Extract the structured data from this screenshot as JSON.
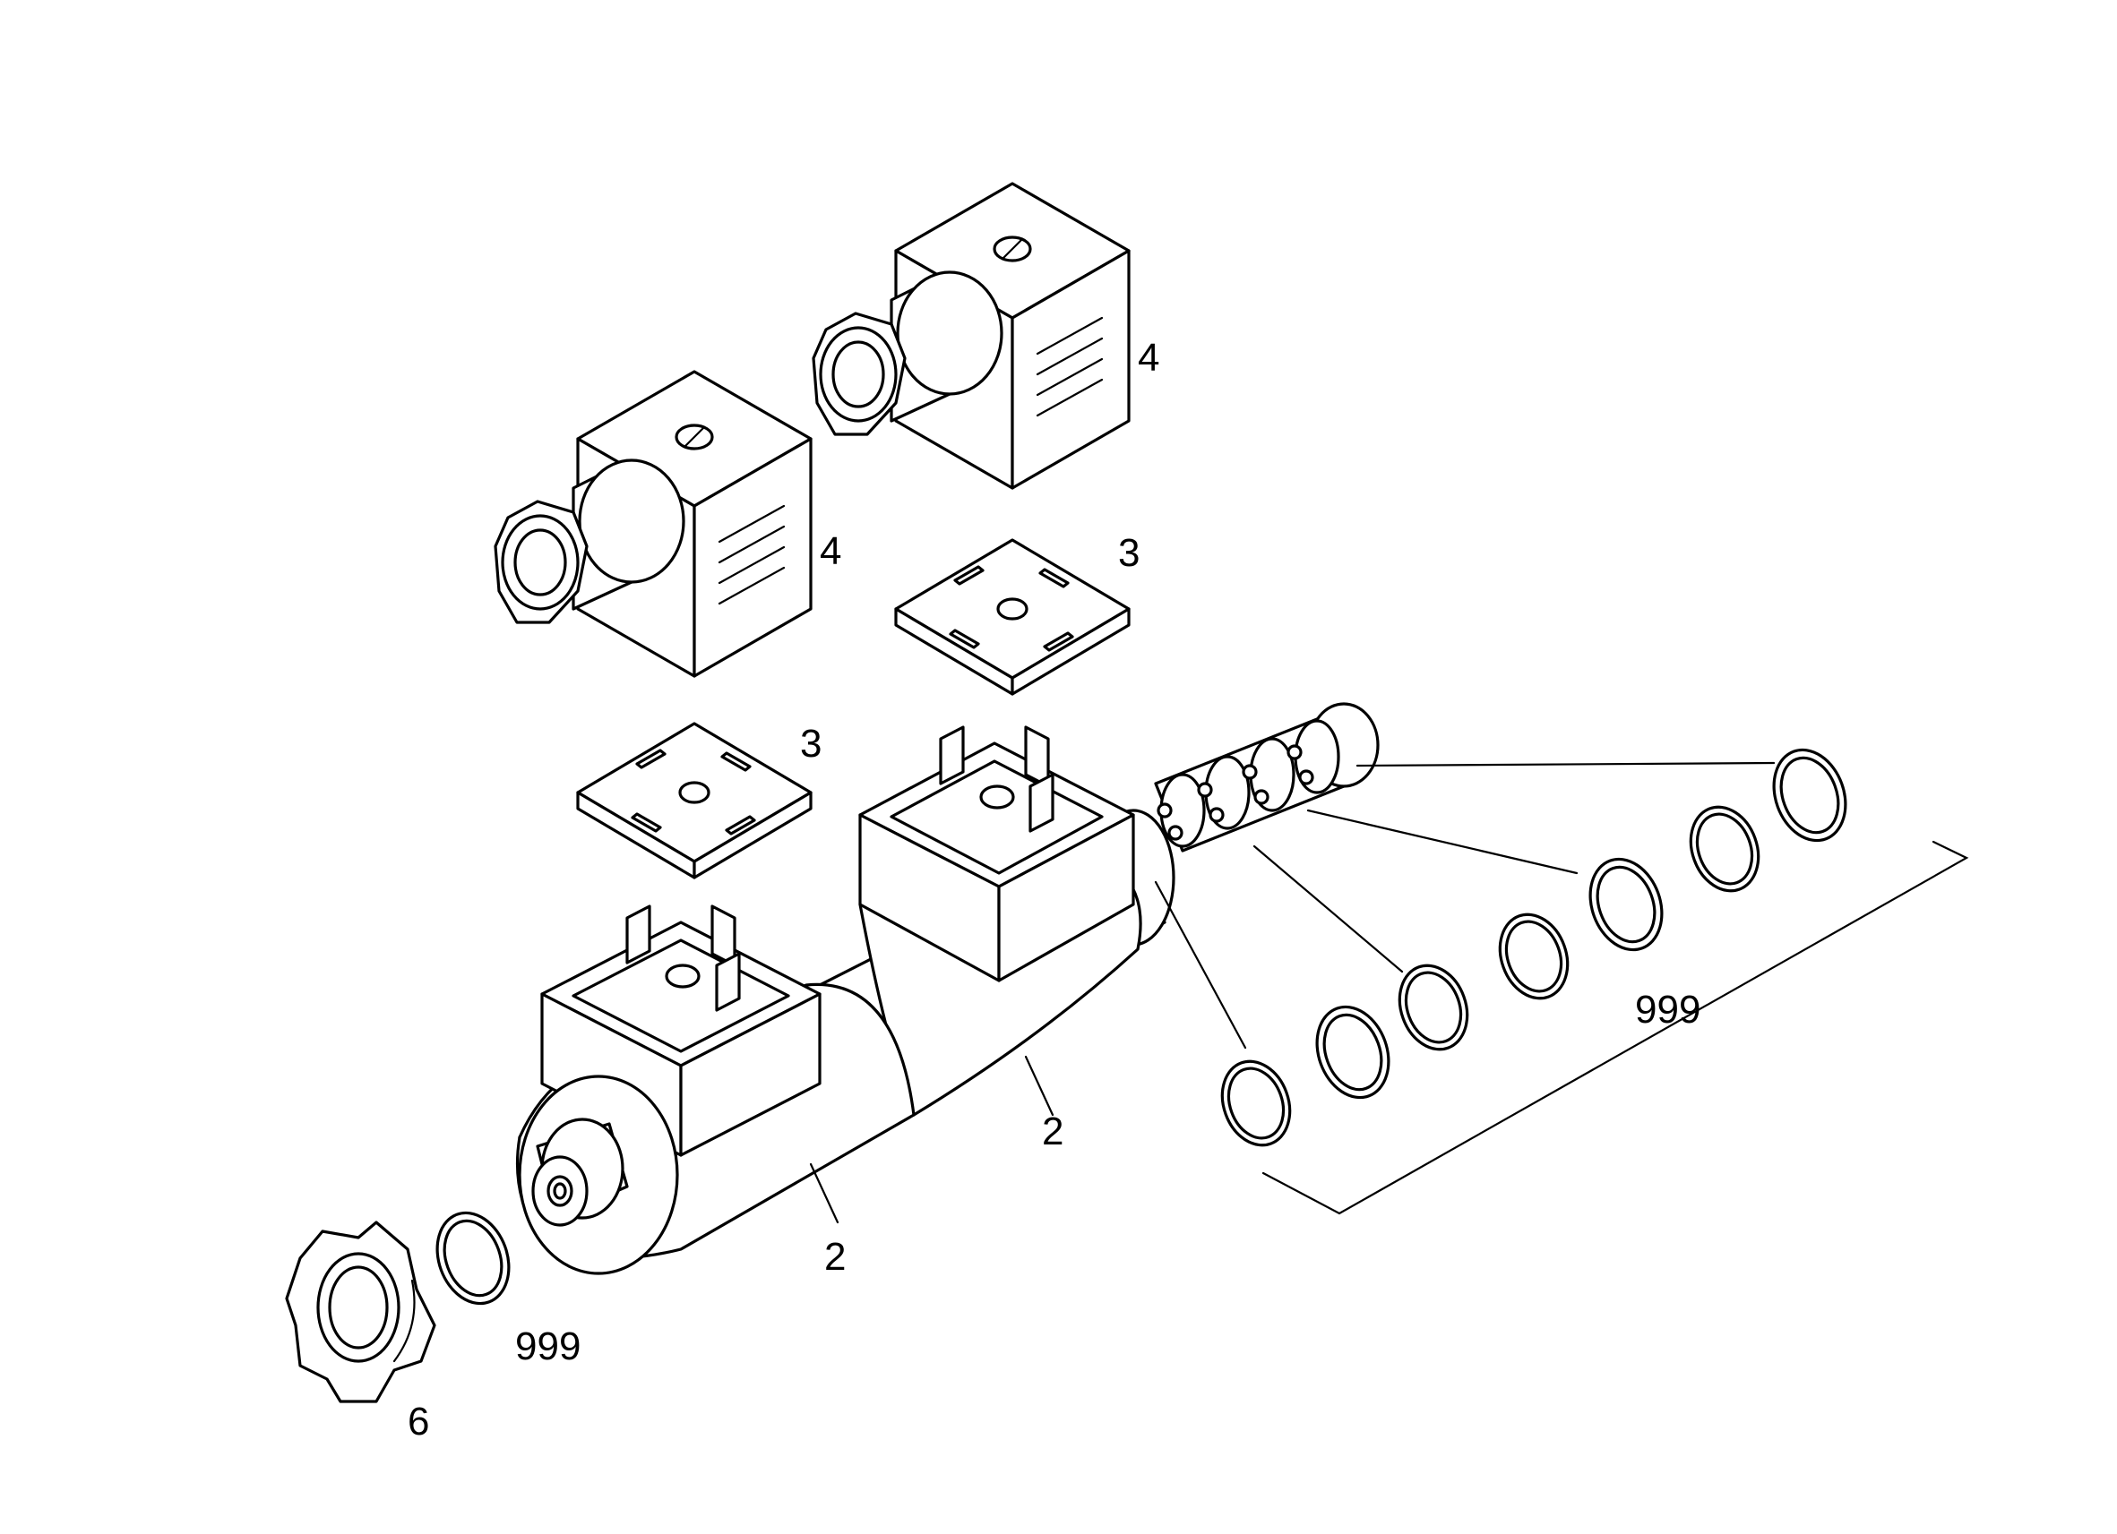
{
  "labels": {
    "coil_connector_upper": "4",
    "coil_connector_lower": "4",
    "gasket_upper": "3",
    "gasket_lower": "3",
    "coil_rear": "2",
    "coil_front": "2",
    "seal_kit_right": "999",
    "seal_kit_left": "999",
    "knurled_nut": "6"
  }
}
